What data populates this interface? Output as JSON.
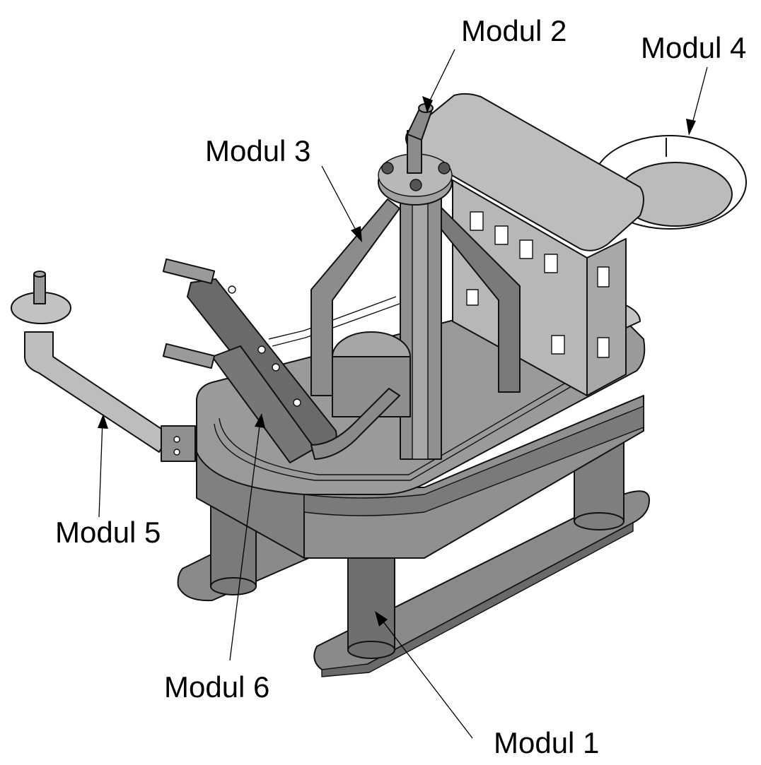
{
  "figure": {
    "labels": {
      "modul1": "Modul 1",
      "modul2": "Modul 2",
      "modul3": "Modul 3",
      "modul4": "Modul 4",
      "modul5": "Modul 5",
      "modul6": "Modul 6"
    }
  },
  "colors": {
    "line": "#111111",
    "steel_dark": "#6e6e6e",
    "steel_mid": "#8f8f8f",
    "steel_light": "#bdbdbd",
    "steel_pale": "#d4d4d4",
    "window": "#ffffff"
  }
}
